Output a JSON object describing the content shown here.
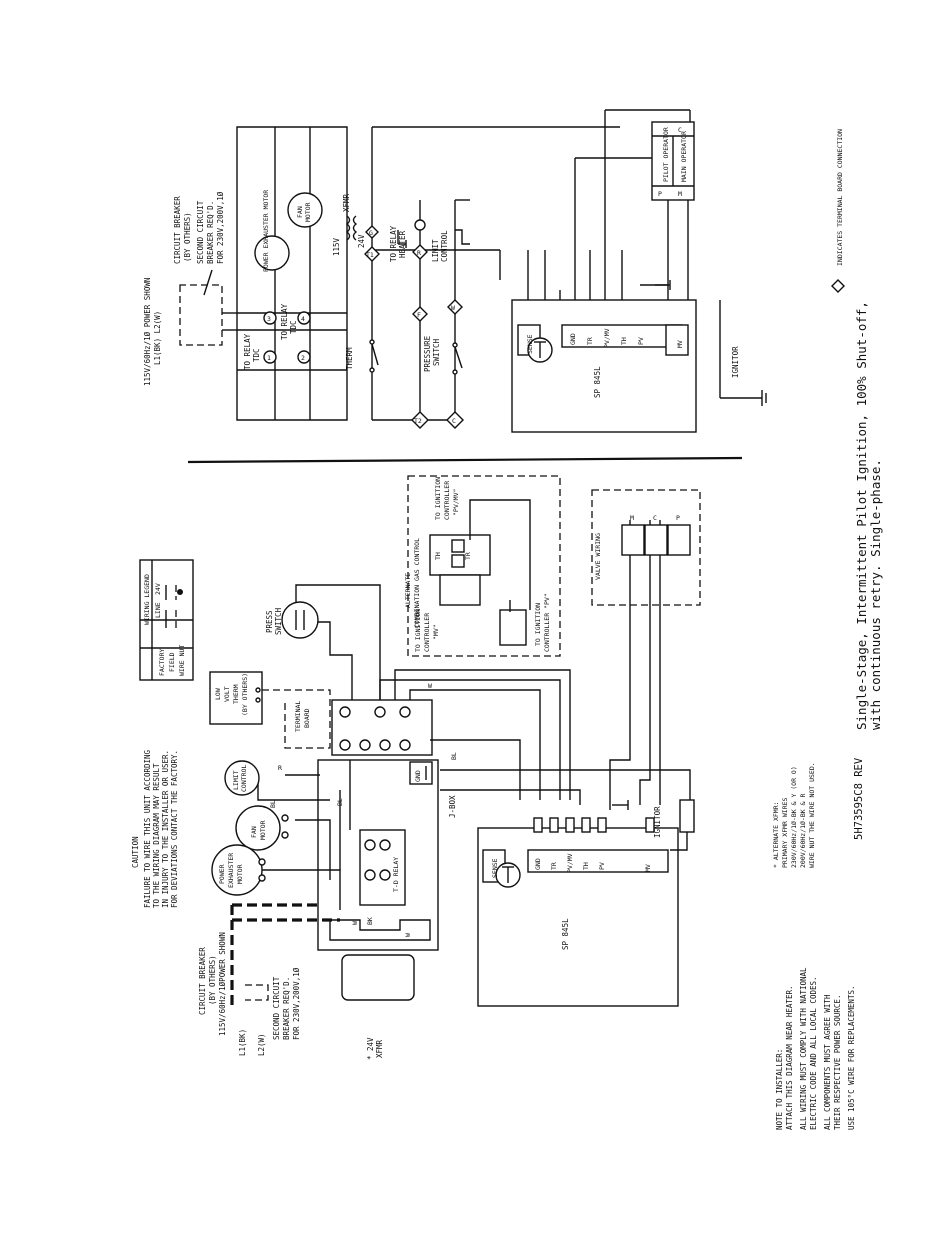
{
  "top": {
    "power_shown": [
      "115V/60Hz/1Ø POWER SHOWN",
      "L1(BK)  L2(W)"
    ],
    "circuit_breaker": [
      "CIRCUIT BREAKER",
      "(BY OTHERS)"
    ],
    "second_breaker": [
      "SECOND CIRCUIT",
      "BREAKER REQ'D.",
      "FOR 230V,200V,1Ø"
    ],
    "relay_toc_1": [
      "TO RELAY",
      "TDC"
    ],
    "relay_toc_2": [
      "TO RELAY",
      "TDC"
    ],
    "power_exhauster": "POWER EXHAUSTER MOTOR",
    "fan_motor": [
      "FAN",
      "MOTOR"
    ],
    "xfmr_115": "115V",
    "xfmr_24": "24V",
    "xfmr": "XFMR",
    "relay_heater": [
      "TO RELAY",
      "HEATER"
    ],
    "limit_control": [
      "LIMIT",
      "CONTROL"
    ],
    "therm": "THERM",
    "pressure_switch": [
      "PRESSURE",
      "SWITCH"
    ],
    "terminals": [
      "1",
      "2",
      "3",
      "4",
      "G",
      "T1",
      "T2",
      "R",
      "W",
      "F",
      "C"
    ],
    "sp": "SP 845L",
    "sense": "SENSE",
    "ctrl_terms": [
      "GND",
      "TR",
      "PV/MV",
      "TH",
      "PV",
      "MV"
    ],
    "igniter": "IGNITOR",
    "valve": [
      "PILOT OPERATOR",
      "MAIN OPERATOR"
    ],
    "valve_letters": [
      "P",
      "M",
      "C"
    ],
    "board_note": "INDICATES TERMINAL BOARD CONNECTION"
  },
  "bottom": {
    "caution_title": "CAUTION",
    "caution_lines": [
      "FAILURE TO WIRE THIS UNIT ACCORDING",
      "TO THE WIRING DIAGRAM MAY RESULT",
      "IN INJURY TO THE INSTALLER OR USER.",
      "FOR DEVIATIONS CONTACT THE FACTORY."
    ],
    "legend_title": "WIRING LEGEND",
    "legend_cols": [
      "LINE",
      "24V"
    ],
    "legend_rows": [
      "FACTORY",
      "FIELD",
      "WIRE NUT"
    ],
    "low_volt_therm": [
      "LOW",
      "VOLT",
      "THERM",
      "(BY OTHERS)"
    ],
    "terminal_board": [
      "TERMINAL",
      "BOARD"
    ],
    "press_switch": [
      "PRESS",
      "SWITCH"
    ],
    "alt_gas": [
      "ALTERNATE",
      "COMBINATION GAS CONTROL"
    ],
    "alt_terms": [
      "TH",
      "TR"
    ],
    "ign_pvmv": [
      "TO IGNITION",
      "CONTROLLER",
      "\"PV/MV\""
    ],
    "ign_mv": [
      "TO IGNITION",
      "CONTROLLER",
      "\"MV\""
    ],
    "ign_pv": [
      "TO IGNITION",
      "CONTROLLER \"PV\""
    ],
    "valve_wiring": "VALVE WIRING",
    "valve_letters": [
      "M",
      "C",
      "P"
    ],
    "limit_control": [
      "LIMIT",
      "CONTROL"
    ],
    "fan_motor": [
      "FAN",
      "MOTOR"
    ],
    "power_exhauster": [
      "POWER",
      "EXHAUSTER",
      "MOTOR"
    ],
    "td_relay": "T-D RELAY",
    "jbox": "J-BOX",
    "gnd": "GND",
    "circuit_breaker": [
      "CIRCUIT BREAKER",
      "(BY OTHERS)",
      "115V/60Hz/1ØPOWER SHOWN"
    ],
    "l1": "L1(BK)",
    "l2": "L2(W)",
    "second_breaker": [
      "SECOND CIRCUIT",
      "BREAKER REQ'D.",
      "FOR 230V,200V,1Ø"
    ],
    "xfmr": [
      "* 24V",
      "XFMR"
    ],
    "sp": "SP 845L",
    "sense": "SENSE",
    "igniter": "IGNITOR",
    "wire_labels": [
      "R",
      "W",
      "BL",
      "BK",
      "W",
      "BL",
      "BL",
      "W"
    ]
  },
  "notes": {
    "installer": [
      "NOTE TO INSTALLER:",
      "ATTACH THIS DIAGRAM NEAR HEATER."
    ],
    "code": [
      "ALL WIRING MUST COMPLY WITH NATIONAL",
      "ELECTRIC CODE AND ALL LOCAL CODES."
    ],
    "components": [
      "ALL COMPONENTS MUST AGREE WITH",
      "THEIR RESPECTIVE POWER SOURCE."
    ],
    "wire_temp": "USE 105°C WIRE FOR REPLACEMENTS.",
    "alt_xfmr": [
      "* ALTERNATE XFMR:",
      "PRIMARY XFMR WIRES",
      "230V/60Hz/1Ø-BK & Y (OR O)",
      "200V/60Hz/1Ø-BK & R",
      "WIRE NUT THE WIRE NOT USED."
    ],
    "doc_number": "5H73595C8  REV",
    "title": [
      "Single-Stage, Intermittent Pilot Ignition, 100% Shut-off,",
      "with continuous retry. Single-phase."
    ]
  }
}
